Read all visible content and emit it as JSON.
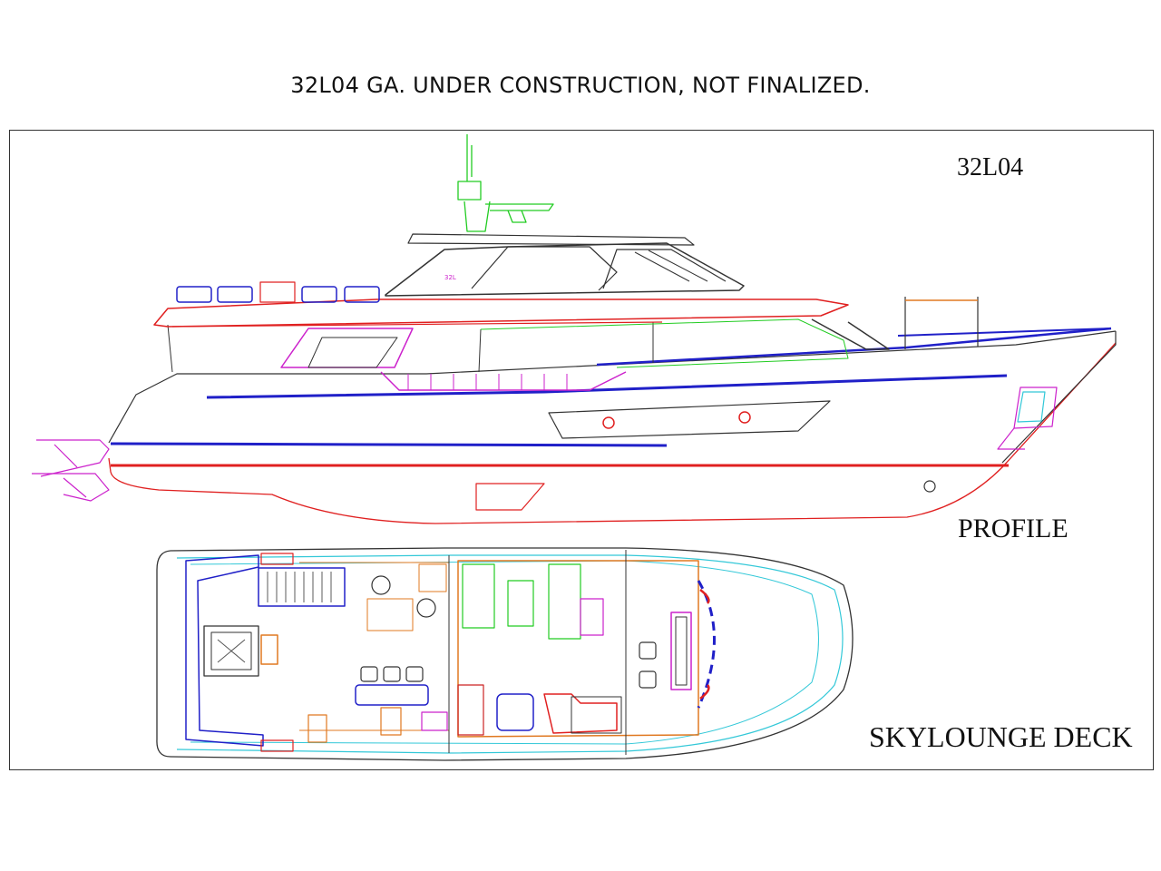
{
  "title": "32L04 GA. UNDER CONSTRUCTION, NOT FINALIZED.",
  "model": "32L04",
  "badge": "32L",
  "views": {
    "profile": "PROFILE",
    "skylounge": "SKYLOUNGE DECK"
  },
  "colors": {
    "red": "#e02020",
    "blue": "#2020c8",
    "green": "#22cc22",
    "magenta": "#cc22cc",
    "cyan": "#33c8d8",
    "orange": "#e07820",
    "ink": "#333333"
  }
}
